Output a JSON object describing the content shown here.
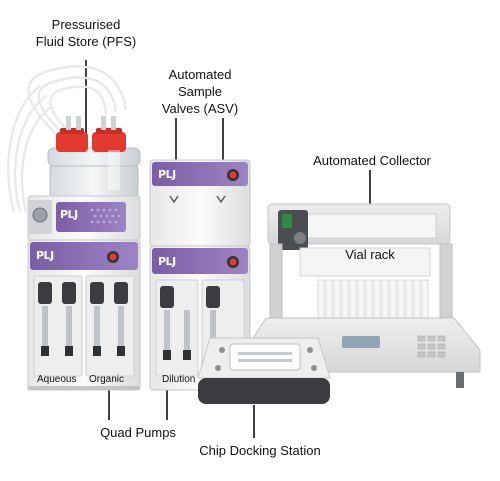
{
  "labels": {
    "pfs": [
      "Pressurised",
      "Fluid Store (PFS)"
    ],
    "asv": [
      "Automated",
      "Sample",
      "Valves (ASV)"
    ],
    "collector": "Automated Collector",
    "vial_rack": "Vial rack",
    "quad_pumps": "Quad Pumps",
    "chip_docking": "Chip Docking Station",
    "pump_aqueous": "Aqueous",
    "pump_organic": "Organic",
    "pump_dilution": "Dilution"
  },
  "brand_logo": "PLJ",
  "colors": {
    "brand_purple": "#8a6db3",
    "lid_red": "#e23a2e",
    "body_white": "#f2f2f2",
    "panel_grey": "#d9dadc",
    "dark_grey": "#3a3c40"
  }
}
